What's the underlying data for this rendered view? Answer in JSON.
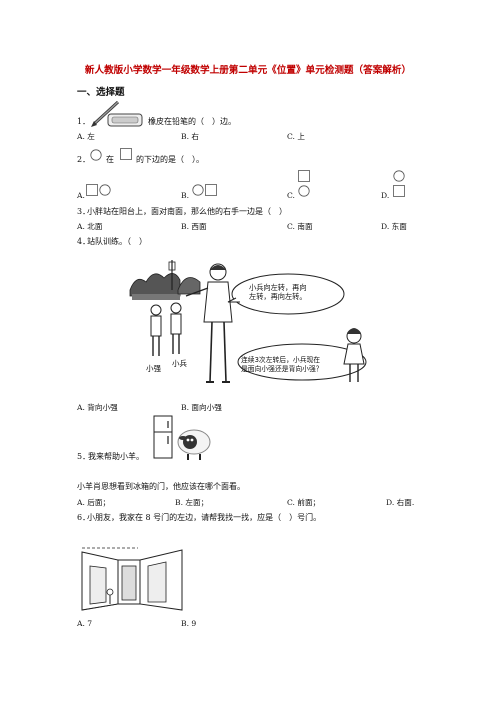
{
  "title": "新人教版小学数学一年级数学上册第二单元《位置》单元检测题（答案解析）",
  "section": "一、选择题",
  "q1": {
    "num": "1．",
    "text": "橡皮在铅笔的（　）边。",
    "options": [
      "A. 左",
      "B. 右",
      "C. 上"
    ]
  },
  "q2": {
    "num": "2．",
    "text_a": "在",
    "text_b": "的下边的是（　）。",
    "options": [
      "A.",
      "B.",
      "C.",
      "D."
    ]
  },
  "q3": {
    "num": "3．",
    "text": "小胖站在阳台上，面对南面，那么他的右手一边是（　）",
    "options": [
      "A. 北面",
      "B. 西面",
      "C. 南面",
      "D. 东面"
    ]
  },
  "q4": {
    "num": "4．",
    "text": "站队训练。（　）",
    "bubble1": [
      "小兵向左转，再向",
      "左转，再向左转。"
    ],
    "bubble2": [
      "连续3次左转后，小兵现在",
      "是面向小强还是背向小强？"
    ],
    "label_xiaoqiang": "小强",
    "label_xiaobing": "小兵",
    "options": [
      "A. 背向小强",
      "B. 面向小强"
    ]
  },
  "q5": {
    "num": "5．",
    "text": "我来帮助小羊。",
    "text2": "小羊肖恩想看到冰箱的门，他应该在哪个面看。",
    "options": [
      "A. 后面；",
      "B. 左面；",
      "C. 前面；",
      "D. 右面."
    ]
  },
  "q6": {
    "num": "6．",
    "text": "小朋友，我家在 8 号门的左边，请帮我找一找，应是（　）号门。",
    "options": [
      "A. 7",
      "B. 9"
    ]
  }
}
